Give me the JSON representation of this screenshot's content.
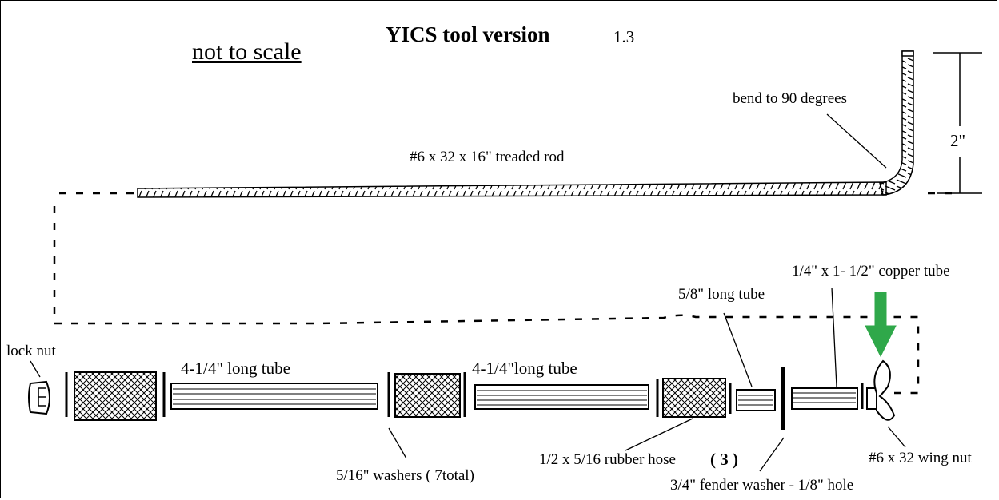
{
  "title": "YICS tool version",
  "version": "1.3",
  "scale_note": "not to scale",
  "dimension_label": "2\"",
  "labels": {
    "bend": "bend to 90 degrees",
    "rod": "#6 x 32 x 16\" treaded rod",
    "copper_tube": "1/4\" x 1- 1/2\"  copper tube",
    "short_tube": "5/8\" long tube",
    "lock_nut": "lock nut",
    "long_tube_1": "4-1/4\" long tube",
    "long_tube_2": "4-1/4\"long tube",
    "rubber_hose": "1/2 x 5/16 rubber hose",
    "rubber_hose_count": "( 3 )",
    "washers": "5/16\" washers (  7total)",
    "fender_washer": "3/4\" fender washer - 1/8\" hole",
    "wing_nut": "#6 x 32 wing nut"
  },
  "colors": {
    "ink": "#000000",
    "arrow": "#2fa84a",
    "background": "#ffffff"
  },
  "icons": {
    "arrow": "down-arrow-icon"
  }
}
